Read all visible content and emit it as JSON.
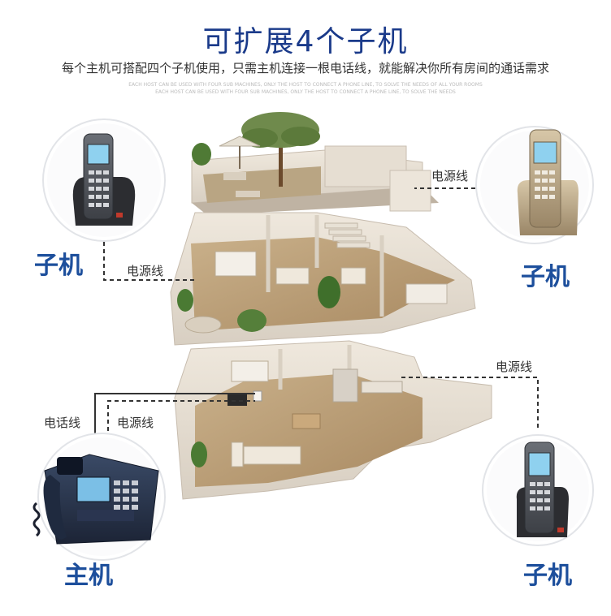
{
  "header": {
    "title": "可扩展4个子机",
    "subtitle": "每个主机可搭配四个子机使用，只需主机连接一根电话线，就能解决你所有房间的通话需求",
    "fine_print_1": "EACH HOST CAN BE USED WITH FOUR SUB MACHINES, ONLY THE HOST TO CONNECT A PHONE LINE, TO SOLVE THE NEEDS OF ALL YOUR ROOMS",
    "fine_print_2": "EACH HOST CAN BE USED WITH FOUR SUB MACHINES, ONLY THE HOST TO CONNECT A PHONE LINE, TO SOLVE THE NEEDS"
  },
  "labels": {
    "handset_left": "子机",
    "handset_right_top": "子机",
    "handset_right_bottom": "子机",
    "base_unit": "主机",
    "power_line_top": "电源线",
    "power_line_left": "电源线",
    "power_line_right": "电源线",
    "power_line_base": "电源线",
    "phone_line": "电话线"
  },
  "colors": {
    "title": "#1a3a8a",
    "label": "#1d4f9c",
    "cable": "#333333"
  },
  "icons": {
    "handset": "cordless-handset-icon",
    "base": "desk-phone-icon",
    "house": "cutaway-house-illustration"
  }
}
